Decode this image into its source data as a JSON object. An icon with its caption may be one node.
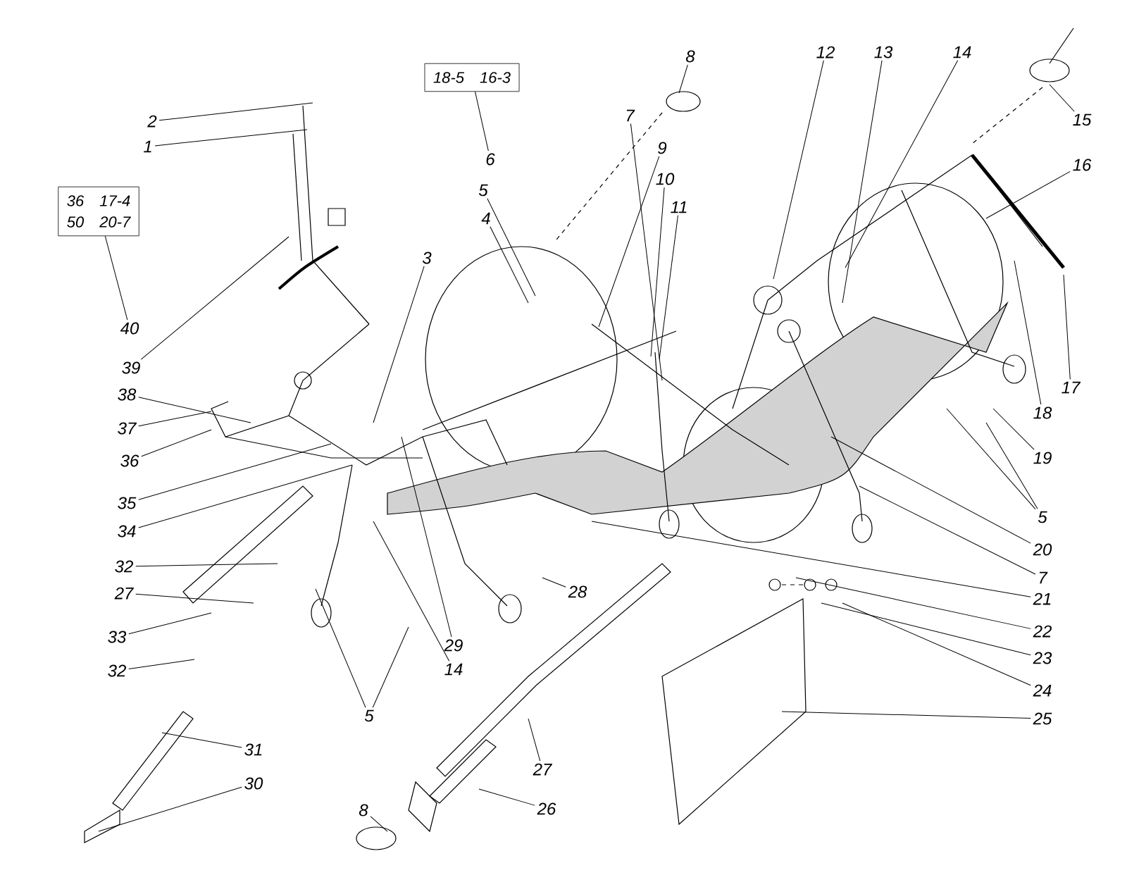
{
  "diagram": {
    "nodes": [
      {
        "text": [
          "18-5",
          "16-3"
        ]
      },
      {
        "text": [
          "36",
          "17-4",
          "50",
          "20-7"
        ]
      },
      {
        "text": [
          "8"
        ]
      },
      {
        "text": [
          "12"
        ]
      },
      {
        "text": [
          "13"
        ]
      },
      {
        "text": [
          "14"
        ]
      },
      {
        "text": [
          "15"
        ]
      },
      {
        "text": [
          "2"
        ]
      },
      {
        "text": [
          "7"
        ]
      },
      {
        "text": [
          "1"
        ]
      },
      {
        "text": [
          "9"
        ]
      },
      {
        "text": [
          "6"
        ]
      },
      {
        "text": [
          "16"
        ]
      },
      {
        "text": [
          "10"
        ]
      },
      {
        "text": [
          "5"
        ]
      },
      {
        "text": [
          "11"
        ]
      },
      {
        "text": [
          "4"
        ]
      },
      {
        "text": [
          "3"
        ]
      },
      {
        "text": [
          "40"
        ]
      },
      {
        "text": [
          "39"
        ]
      },
      {
        "text": [
          "17"
        ]
      },
      {
        "text": [
          "38"
        ]
      },
      {
        "text": [
          "18"
        ]
      },
      {
        "text": [
          "37"
        ]
      },
      {
        "text": [
          "19"
        ]
      },
      {
        "text": [
          "36"
        ]
      },
      {
        "text": [
          "35"
        ]
      },
      {
        "text": [
          "5"
        ]
      },
      {
        "text": [
          "34"
        ]
      },
      {
        "text": [
          "20"
        ]
      },
      {
        "text": [
          "32"
        ]
      },
      {
        "text": [
          "7"
        ]
      },
      {
        "text": [
          "28"
        ]
      },
      {
        "text": [
          "27"
        ]
      },
      {
        "text": [
          "21"
        ]
      },
      {
        "text": [
          "22"
        ]
      },
      {
        "text": [
          "33"
        ]
      },
      {
        "text": [
          "29"
        ]
      },
      {
        "text": [
          "23"
        ]
      },
      {
        "text": [
          "14"
        ]
      },
      {
        "text": [
          "32"
        ]
      },
      {
        "text": [
          "24"
        ]
      },
      {
        "text": [
          "5"
        ]
      },
      {
        "text": [
          "25"
        ]
      },
      {
        "text": [
          "31"
        ]
      },
      {
        "text": [
          "27"
        ]
      },
      {
        "text": [
          "30"
        ]
      },
      {
        "text": [
          "26"
        ]
      },
      {
        "text": [
          "8"
        ]
      }
    ],
    "edges": [
      {
        "from": 2,
        "to": null,
        "arrow": "none"
      },
      {
        "from": 3,
        "to": null,
        "arrow": "none"
      },
      {
        "from": 4,
        "to": null,
        "arrow": "none"
      },
      {
        "from": 5,
        "to": null,
        "arrow": "none"
      },
      {
        "from": 6,
        "to": null,
        "arrow": "none"
      },
      {
        "from": 7,
        "to": null,
        "arrow": "none"
      },
      {
        "from": 8,
        "to": null,
        "arrow": "none"
      },
      {
        "from": 9,
        "to": null,
        "arrow": "none"
      },
      {
        "from": 10,
        "to": null,
        "arrow": "none"
      },
      {
        "from": 11,
        "to": 0,
        "arrow": "none"
      },
      {
        "from": 12,
        "to": null,
        "arrow": "none"
      },
      {
        "from": 13,
        "to": null,
        "arrow": "none"
      },
      {
        "from": 14,
        "to": null,
        "arrow": "none"
      },
      {
        "from": 15,
        "to": null,
        "arrow": "none"
      },
      {
        "from": 16,
        "to": null,
        "arrow": "none"
      },
      {
        "from": 17,
        "to": null,
        "arrow": "none"
      },
      {
        "from": 18,
        "to": 1,
        "arrow": "none"
      },
      {
        "from": 19,
        "to": null,
        "arrow": "none"
      },
      {
        "from": 20,
        "to": null,
        "arrow": "none"
      },
      {
        "from": 21,
        "to": null,
        "arrow": "none"
      },
      {
        "from": 22,
        "to": null,
        "arrow": "none"
      },
      {
        "from": 23,
        "to": null,
        "arrow": "none"
      },
      {
        "from": 24,
        "to": null,
        "arrow": "none"
      },
      {
        "from": 25,
        "to": null,
        "arrow": "none"
      },
      {
        "from": 26,
        "to": null,
        "arrow": "none"
      },
      {
        "from": 27,
        "to": null,
        "arrow": "none"
      },
      {
        "from": 27,
        "to": null,
        "arrow": "none"
      },
      {
        "from": 28,
        "to": null,
        "arrow": "none"
      },
      {
        "from": 29,
        "to": null,
        "arrow": "none"
      },
      {
        "from": 30,
        "to": null,
        "arrow": "none"
      },
      {
        "from": 31,
        "to": null,
        "arrow": "none"
      },
      {
        "from": 32,
        "to": null,
        "arrow": "none"
      },
      {
        "from": 33,
        "to": null,
        "arrow": "none"
      },
      {
        "from": 34,
        "to": null,
        "arrow": "none"
      },
      {
        "from": 35,
        "to": null,
        "arrow": "none"
      },
      {
        "from": 36,
        "to": null,
        "arrow": "none"
      },
      {
        "from": 37,
        "to": null,
        "arrow": "none"
      },
      {
        "from": 38,
        "to": null,
        "arrow": "none"
      },
      {
        "from": 39,
        "to": null,
        "arrow": "none"
      },
      {
        "from": 40,
        "to": null,
        "arrow": "none"
      },
      {
        "from": 41,
        "to": null,
        "arrow": "none"
      },
      {
        "from": 42,
        "to": null,
        "arrow": "none"
      },
      {
        "from": 42,
        "to": null,
        "arrow": "none"
      },
      {
        "from": 43,
        "to": null,
        "arrow": "none"
      },
      {
        "from": 44,
        "to": null,
        "arrow": "none"
      },
      {
        "from": 45,
        "to": null,
        "arrow": "none"
      },
      {
        "from": 46,
        "to": null,
        "arrow": "none"
      },
      {
        "from": 47,
        "to": null,
        "arrow": "none"
      },
      {
        "from": 48,
        "to": null,
        "arrow": "none"
      }
    ]
  }
}
